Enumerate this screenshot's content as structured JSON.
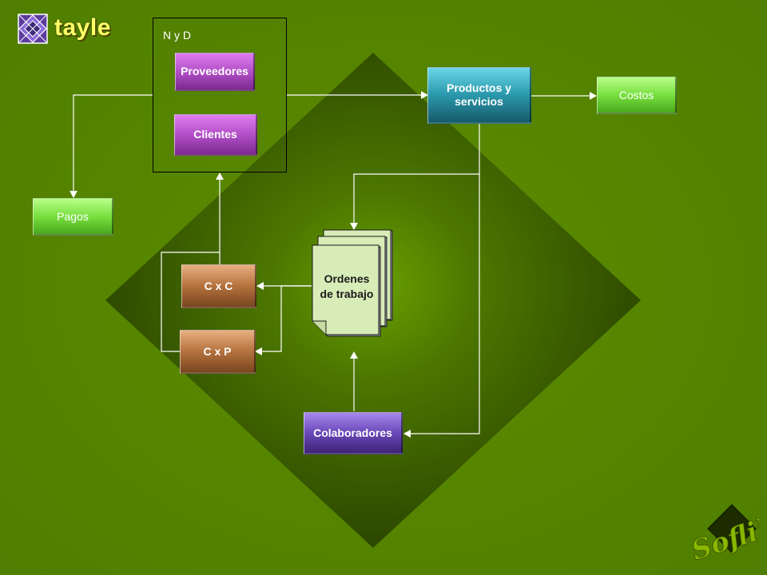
{
  "brand": {
    "title": "tayle"
  },
  "group": {
    "label": "N y D"
  },
  "nodes": {
    "proveedores": "Proveedores",
    "clientes": "Clientes",
    "productos": [
      "Productos y",
      "servicios"
    ],
    "costos": "Costos",
    "pagos": "Pagos",
    "cxc": "C x C",
    "cxp": "C x P",
    "ordenes": [
      "Ordenes",
      "de trabajo"
    ],
    "colaboradores": "Colaboradores"
  },
  "watermark": {
    "text": "Soflib"
  },
  "colors": {
    "background": "#5f8f00",
    "diamond": "#2e4800",
    "proveedores": "#b250c8",
    "clientes": "#b250c8",
    "productos": "#2a98ac",
    "costos": "#78e040",
    "pagos": "#78e040",
    "cxc": "#b4723e",
    "cxp": "#b4723e",
    "colaboradores": "#6a48b8",
    "ordenes": "#d8ecb8",
    "connector": "#ffffff",
    "brand_text": "#ffff66"
  }
}
